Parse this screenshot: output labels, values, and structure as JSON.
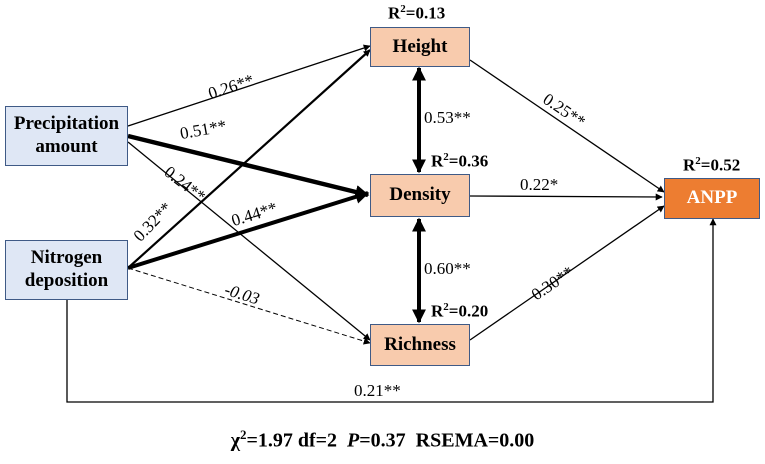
{
  "nodes": {
    "precipitation": "Precipitation\namount",
    "nitrogen": "Nitrogen\ndeposition",
    "height": "Height",
    "density": "Density",
    "richness": "Richness",
    "anpp": "ANPP"
  },
  "r2": {
    "height": "0.13",
    "density": "0.36",
    "richness": "0.20",
    "anpp": "0.52"
  },
  "paths": {
    "precip_height": "0.26**",
    "precip_density": "0.51**",
    "precip_richness": "0.24**",
    "nitrogen_height": "0.32**",
    "nitrogen_density": "0.44**",
    "nitrogen_richness": "-0.03",
    "height_density": "0.53**",
    "density_richness": "0.60**",
    "height_anpp": "0.25**",
    "density_anpp": "0.22*",
    "richness_anpp": "0.30**",
    "nitrogen_anpp": "0.21**"
  },
  "fit": {
    "chi_symbol": "χ",
    "chi_value": "=1.97",
    "df": "df=2",
    "p_label": "P",
    "p_value": "=0.37",
    "rsema": "RSEMA=0.00"
  },
  "colors": {
    "exogenous_fill": "#dfe7f5",
    "mediator_fill": "#f8cbad",
    "response_fill": "#ed7d31",
    "border": "#3f5a86"
  }
}
